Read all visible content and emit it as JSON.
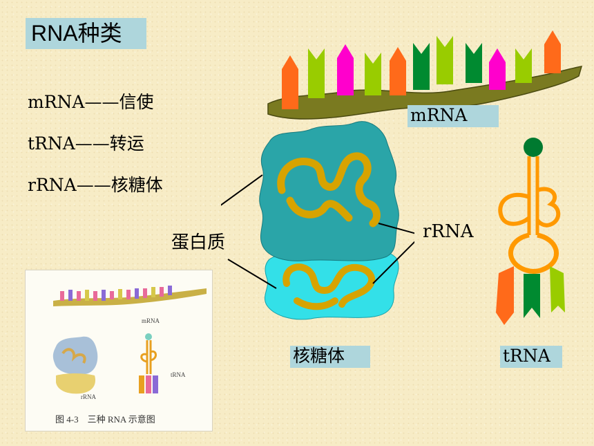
{
  "title": "RNA种类",
  "definitions": [
    "mRNA——信使",
    "tRNA——转运",
    "rRNA——核糖体"
  ],
  "labels": {
    "mrna": "mRNA",
    "protein": "蛋白质",
    "rrna": "rRNA",
    "ribosome": "核糖体",
    "trna": "tRNA"
  },
  "textbook_figure": {
    "mrna_label": "mRNA",
    "trna_label": "tRNA",
    "rrna_label": "rRNA",
    "caption": "图 4-3　三种 RNA 示意图"
  },
  "colors": {
    "background": "#f7ecc6",
    "label_box": "#aed6dc",
    "mrna_strand": "#7a7a20",
    "base_orange": "#ff6a1a",
    "base_light_green": "#99cc00",
    "base_magenta": "#ff00cc",
    "base_dark_green": "#008a30",
    "ribosome_top": "#2aa5a8",
    "ribosome_bottom": "#33e0e8",
    "rrna_gold": "#d7a300",
    "trna_orange": "#ff9900",
    "trna_head": "#007a30"
  }
}
